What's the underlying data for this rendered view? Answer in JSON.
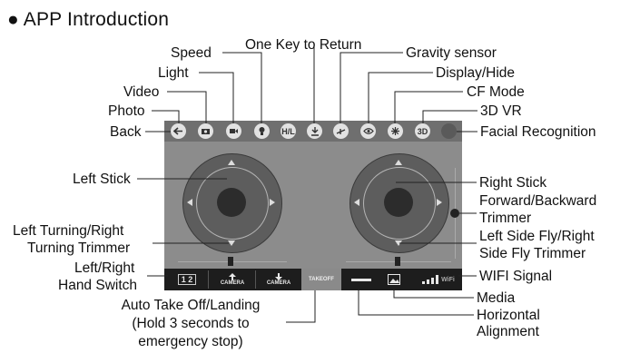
{
  "heading": "● APP Introduction",
  "labels": {
    "speed": "Speed",
    "one_key_return": "One Key to Return",
    "gravity_sensor": "Gravity sensor",
    "light": "Light",
    "display_hide": "Display/Hide",
    "video": "Video",
    "cf_mode": "CF Mode",
    "photo": "Photo",
    "vr_3d": "3D VR",
    "back": "Back",
    "facial_recognition": "Facial Recognition",
    "left_stick": "Left Stick",
    "right_stick": "Right Stick",
    "fb_trimmer_1": "Forward/Backward",
    "fb_trimmer_2": "Trimmer",
    "lr_turn_1": "Left Turning/Right",
    "lr_turn_2": "Turning Trimmer",
    "side_fly_1": "Left Side Fly/Right",
    "side_fly_2": "Side Fly Trimmer",
    "hand_switch_1": "Left/Right",
    "hand_switch_2": "Hand Switch",
    "wifi_signal": "WIFI Signal",
    "media": "Media",
    "horiz_1": "Horizontal",
    "horiz_2": "Alignment",
    "takeoff_1": "Auto Take Off/Landing",
    "takeoff_2": "(Hold 3 seconds to",
    "takeoff_3": "emergency stop)"
  },
  "screen": {
    "speed_btn": "H/L",
    "vr_btn": "3D",
    "hand_switch": "1 2",
    "camera_up": "CAMERA",
    "camera_down": "CAMERA",
    "takeoff": "TAKEOFF",
    "wifi": "WiFi"
  }
}
